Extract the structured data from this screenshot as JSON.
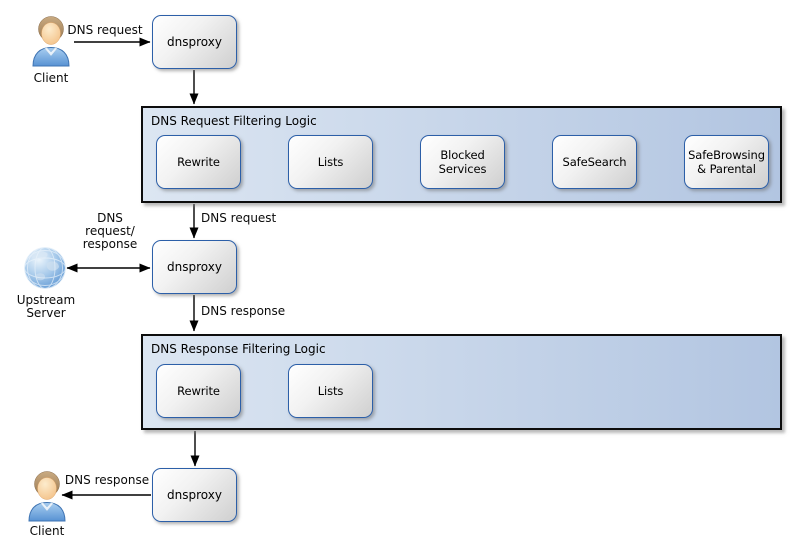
{
  "nodes": {
    "client_top": "Client",
    "client_bottom": "Client",
    "upstream_server": "Upstream Server",
    "proxy_top": "dnsproxy",
    "proxy_middle": "dnsproxy",
    "proxy_bottom": "dnsproxy"
  },
  "request_pipeline": {
    "title": "DNS Request Filtering Logic",
    "steps": [
      "Rewrite",
      "Lists",
      "Blocked Services",
      "SafeSearch",
      "SafeBrowsing & Parental"
    ]
  },
  "response_pipeline": {
    "title": "DNS Response Filtering Logic",
    "steps": [
      "Rewrite",
      "Lists"
    ]
  },
  "edge_labels": {
    "client_request": "DNS request",
    "filtered_request": "DNS request",
    "proxy_response": "DNS response",
    "client_response": "DNS response",
    "upstream_exchange": "DNS\nrequest/\nresponse"
  },
  "icons": {
    "client_top": "user-icon",
    "client_bottom": "user-icon",
    "upstream_server": "globe-icon"
  },
  "colors": {
    "box_border": "#2c5fa8",
    "container_from": "#dce6f2",
    "container_to": "#b2c5e1",
    "arrow": "#000000"
  }
}
